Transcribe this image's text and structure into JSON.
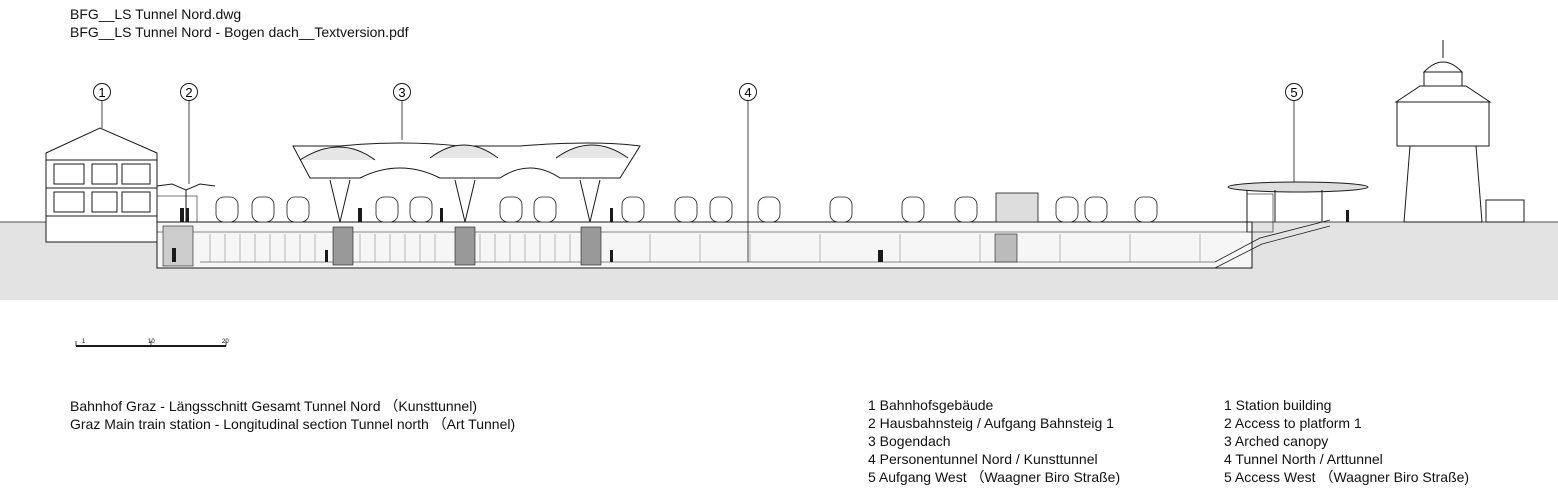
{
  "header": {
    "file_dwg": "BFG__LS Tunnel Nord.dwg",
    "file_pdf": "BFG__LS Tunnel Nord - Bogen dach__Textversion.pdf"
  },
  "markers": [
    "1",
    "2",
    "3",
    "4",
    "5"
  ],
  "scale_bar": {
    "ticks": [
      "1",
      "10",
      "20"
    ]
  },
  "caption": {
    "de": "Bahnhof Graz - Längsschnitt Gesamt Tunnel Nord （Kunsttunnel)",
    "en": "Graz Main train station - Longitudinal section Tunnel north （Art Tunnel)"
  },
  "legend_de": [
    "1 Bahnhofsgebäude",
    "2 Hausbahnsteig / Aufgang Bahnsteig 1",
    "3 Bogendach",
    "4 Personentunnel Nord / Kunsttunnel",
    "5 Aufgang West （Waagner Biro Straße)"
  ],
  "legend_en": [
    "1 Station building",
    "2 Access to platform 1",
    "3 Arched canopy",
    "4 Tunnel North / Arttunnel",
    "5 Access West （Waagner Biro Straße)"
  ],
  "colors": {
    "ground": "#e3e3e3",
    "line": "#1a1a1a",
    "tunnel": "#f4f4f4"
  }
}
